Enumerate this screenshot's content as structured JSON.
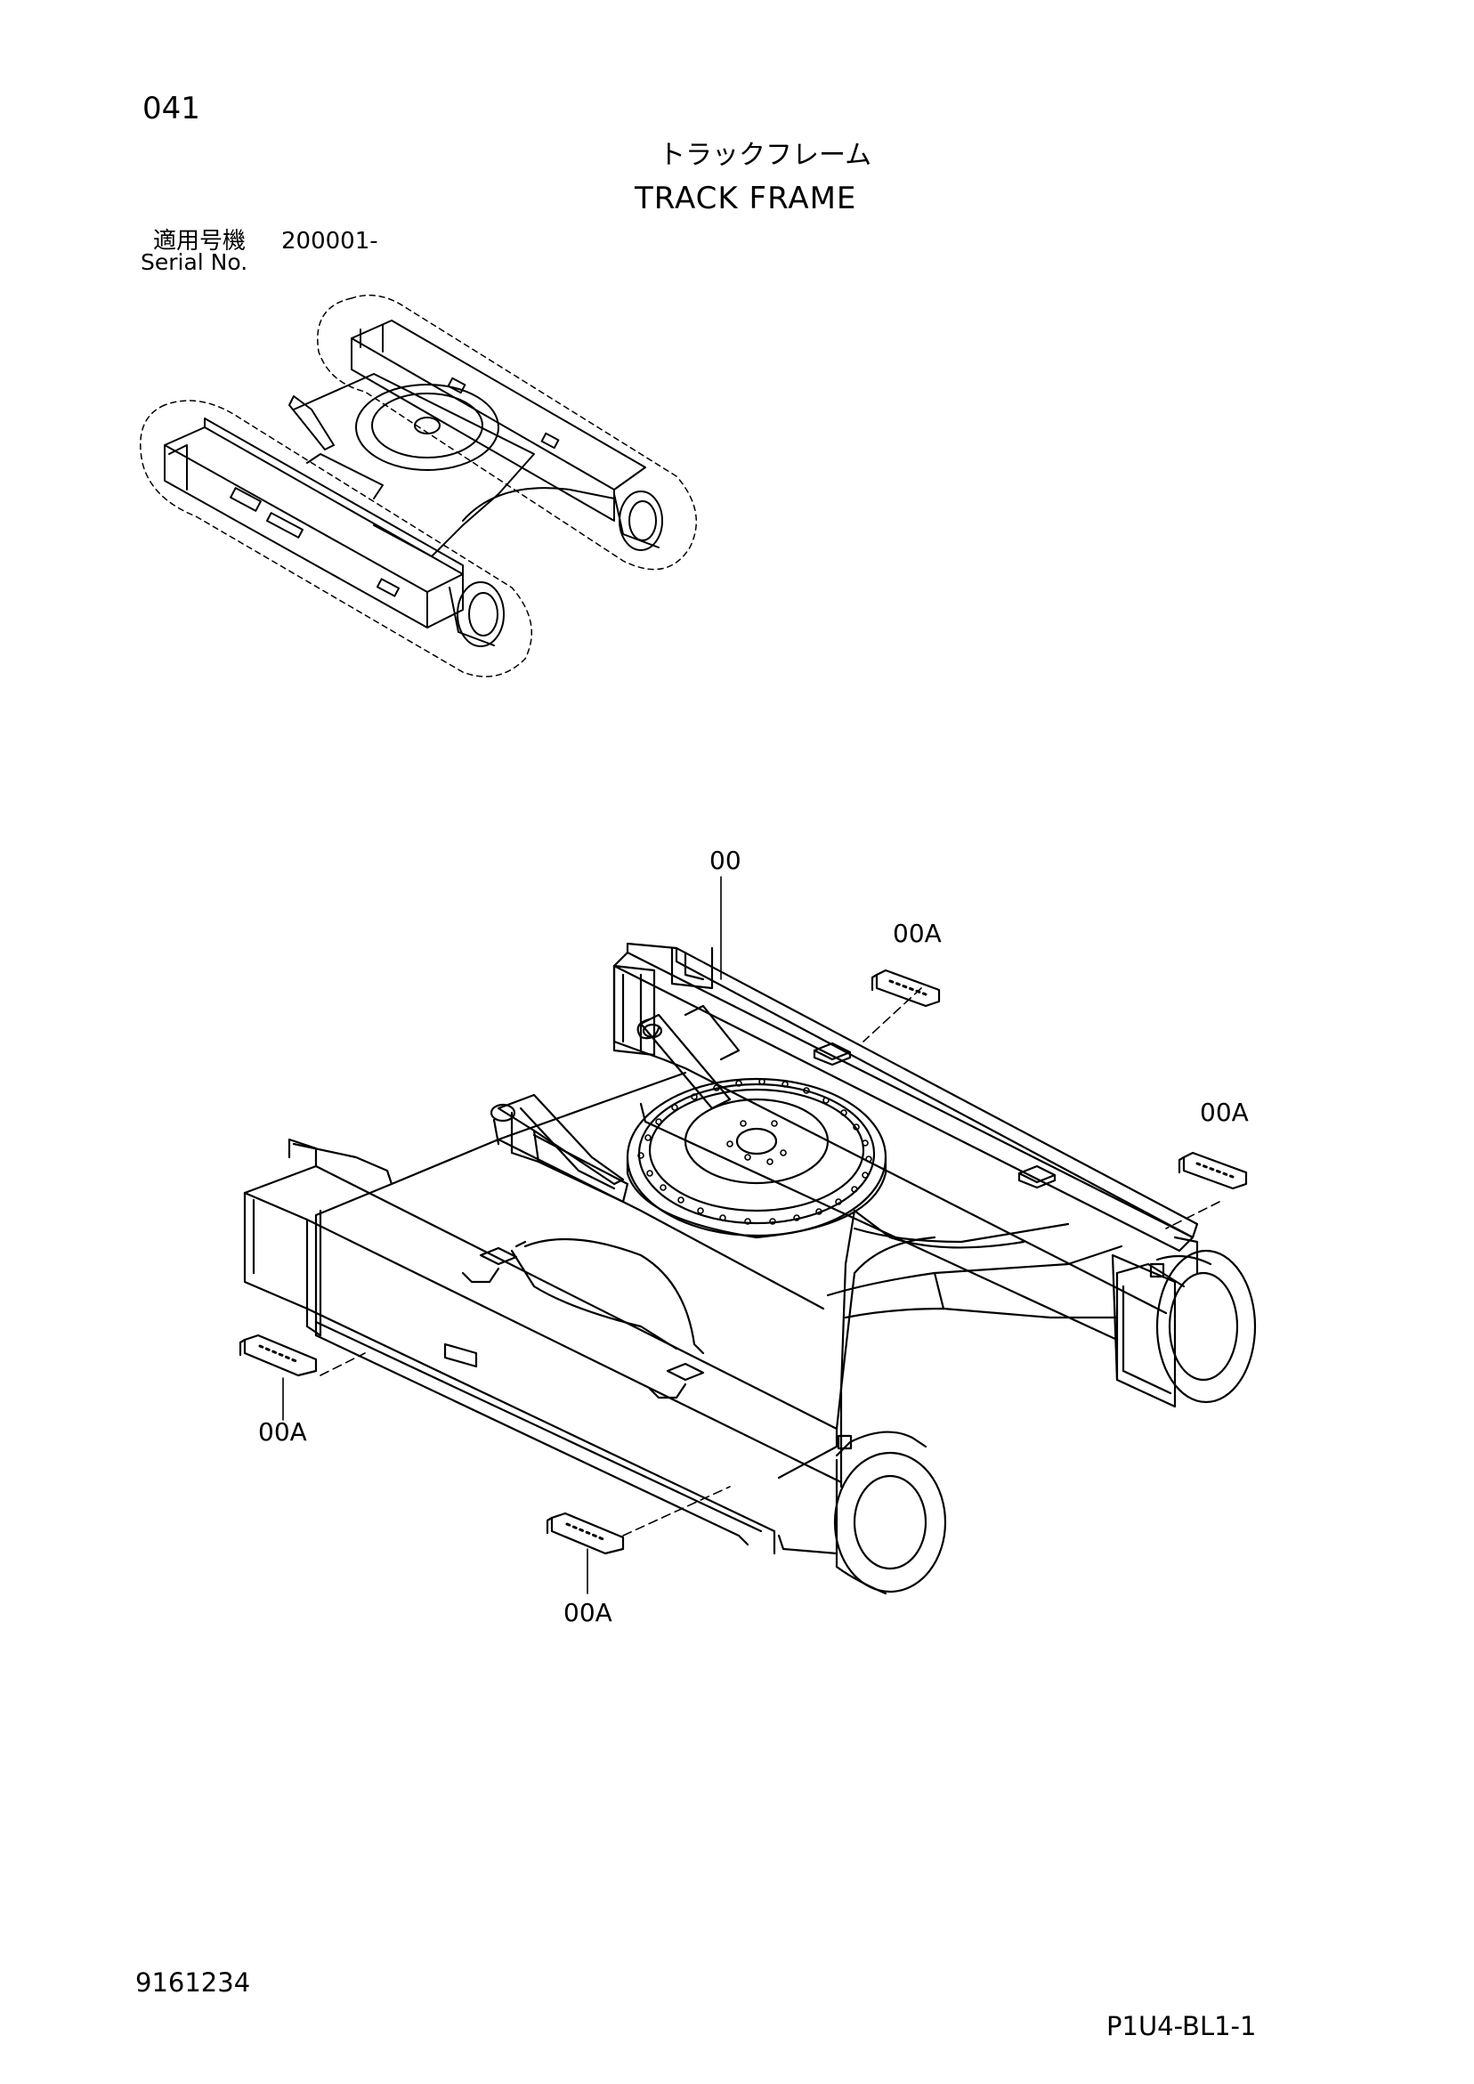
{
  "header": {
    "page_number": "041",
    "title_jp": "トラックフレーム",
    "title_en": "TRACK FRAME"
  },
  "serial": {
    "label_jp": "適用号機",
    "value": "200001-",
    "label_en": "Serial No."
  },
  "callouts": {
    "main_frame": "00",
    "guard_top_right": "00A",
    "guard_right": "00A",
    "guard_left": "00A",
    "guard_bottom": "00A"
  },
  "footer": {
    "doc_code": "9161234",
    "page_code": "P1U4-BL1-1"
  }
}
